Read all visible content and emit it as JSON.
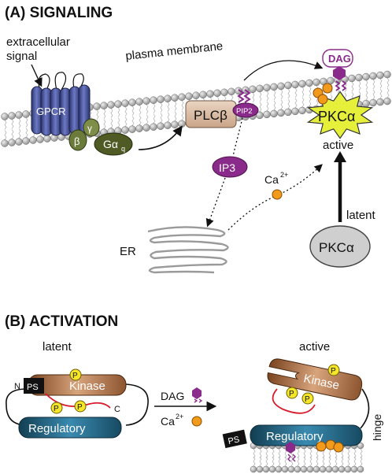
{
  "panel_a": {
    "heading": "(A) SIGNALING",
    "extracellular": [
      "extracellular",
      "signal"
    ],
    "plasma_membrane": "plasma membrane",
    "gpcr": "GPCR",
    "beta": "β",
    "gamma": "γ",
    "galpha": "Gα",
    "galpha_sub": "q",
    "plcb": "PLCβ",
    "pip2": "PIP2",
    "dag": "DAG",
    "pkca_active": "PKCα",
    "active": "active",
    "ip3": "IP3",
    "ca": "Ca",
    "ca_sup": "2+",
    "er": "ER",
    "latent": "latent",
    "pkca_latent": "PKCα"
  },
  "panel_b": {
    "heading": "(B) ACTIVATION",
    "latent": "latent",
    "active": "active",
    "ps": "PS",
    "n": "N",
    "c": "C",
    "kinase": "Kinase",
    "regulatory": "Regulatory",
    "p": "P",
    "dag": "DAG",
    "ca": "Ca",
    "ca_sup": "2+",
    "hinge": "hinge"
  },
  "colors": {
    "membrane_head": "#a6a6a6",
    "gpcr": "#4a55a0",
    "gbeta_gamma": "#6b7b3a",
    "galpha": "#4f5a25",
    "plc": "#d9bca5",
    "pip2": "#8a2a8a",
    "pkc_active": "#e6f03a",
    "pkc_latent": "#cfcfcf",
    "calcium": "#f29a1c",
    "kinase": "#a8663a",
    "regulatory": "#1f5f7a",
    "phospho": "#f5e62a",
    "pseudosubstrate": "#d81a2a"
  }
}
